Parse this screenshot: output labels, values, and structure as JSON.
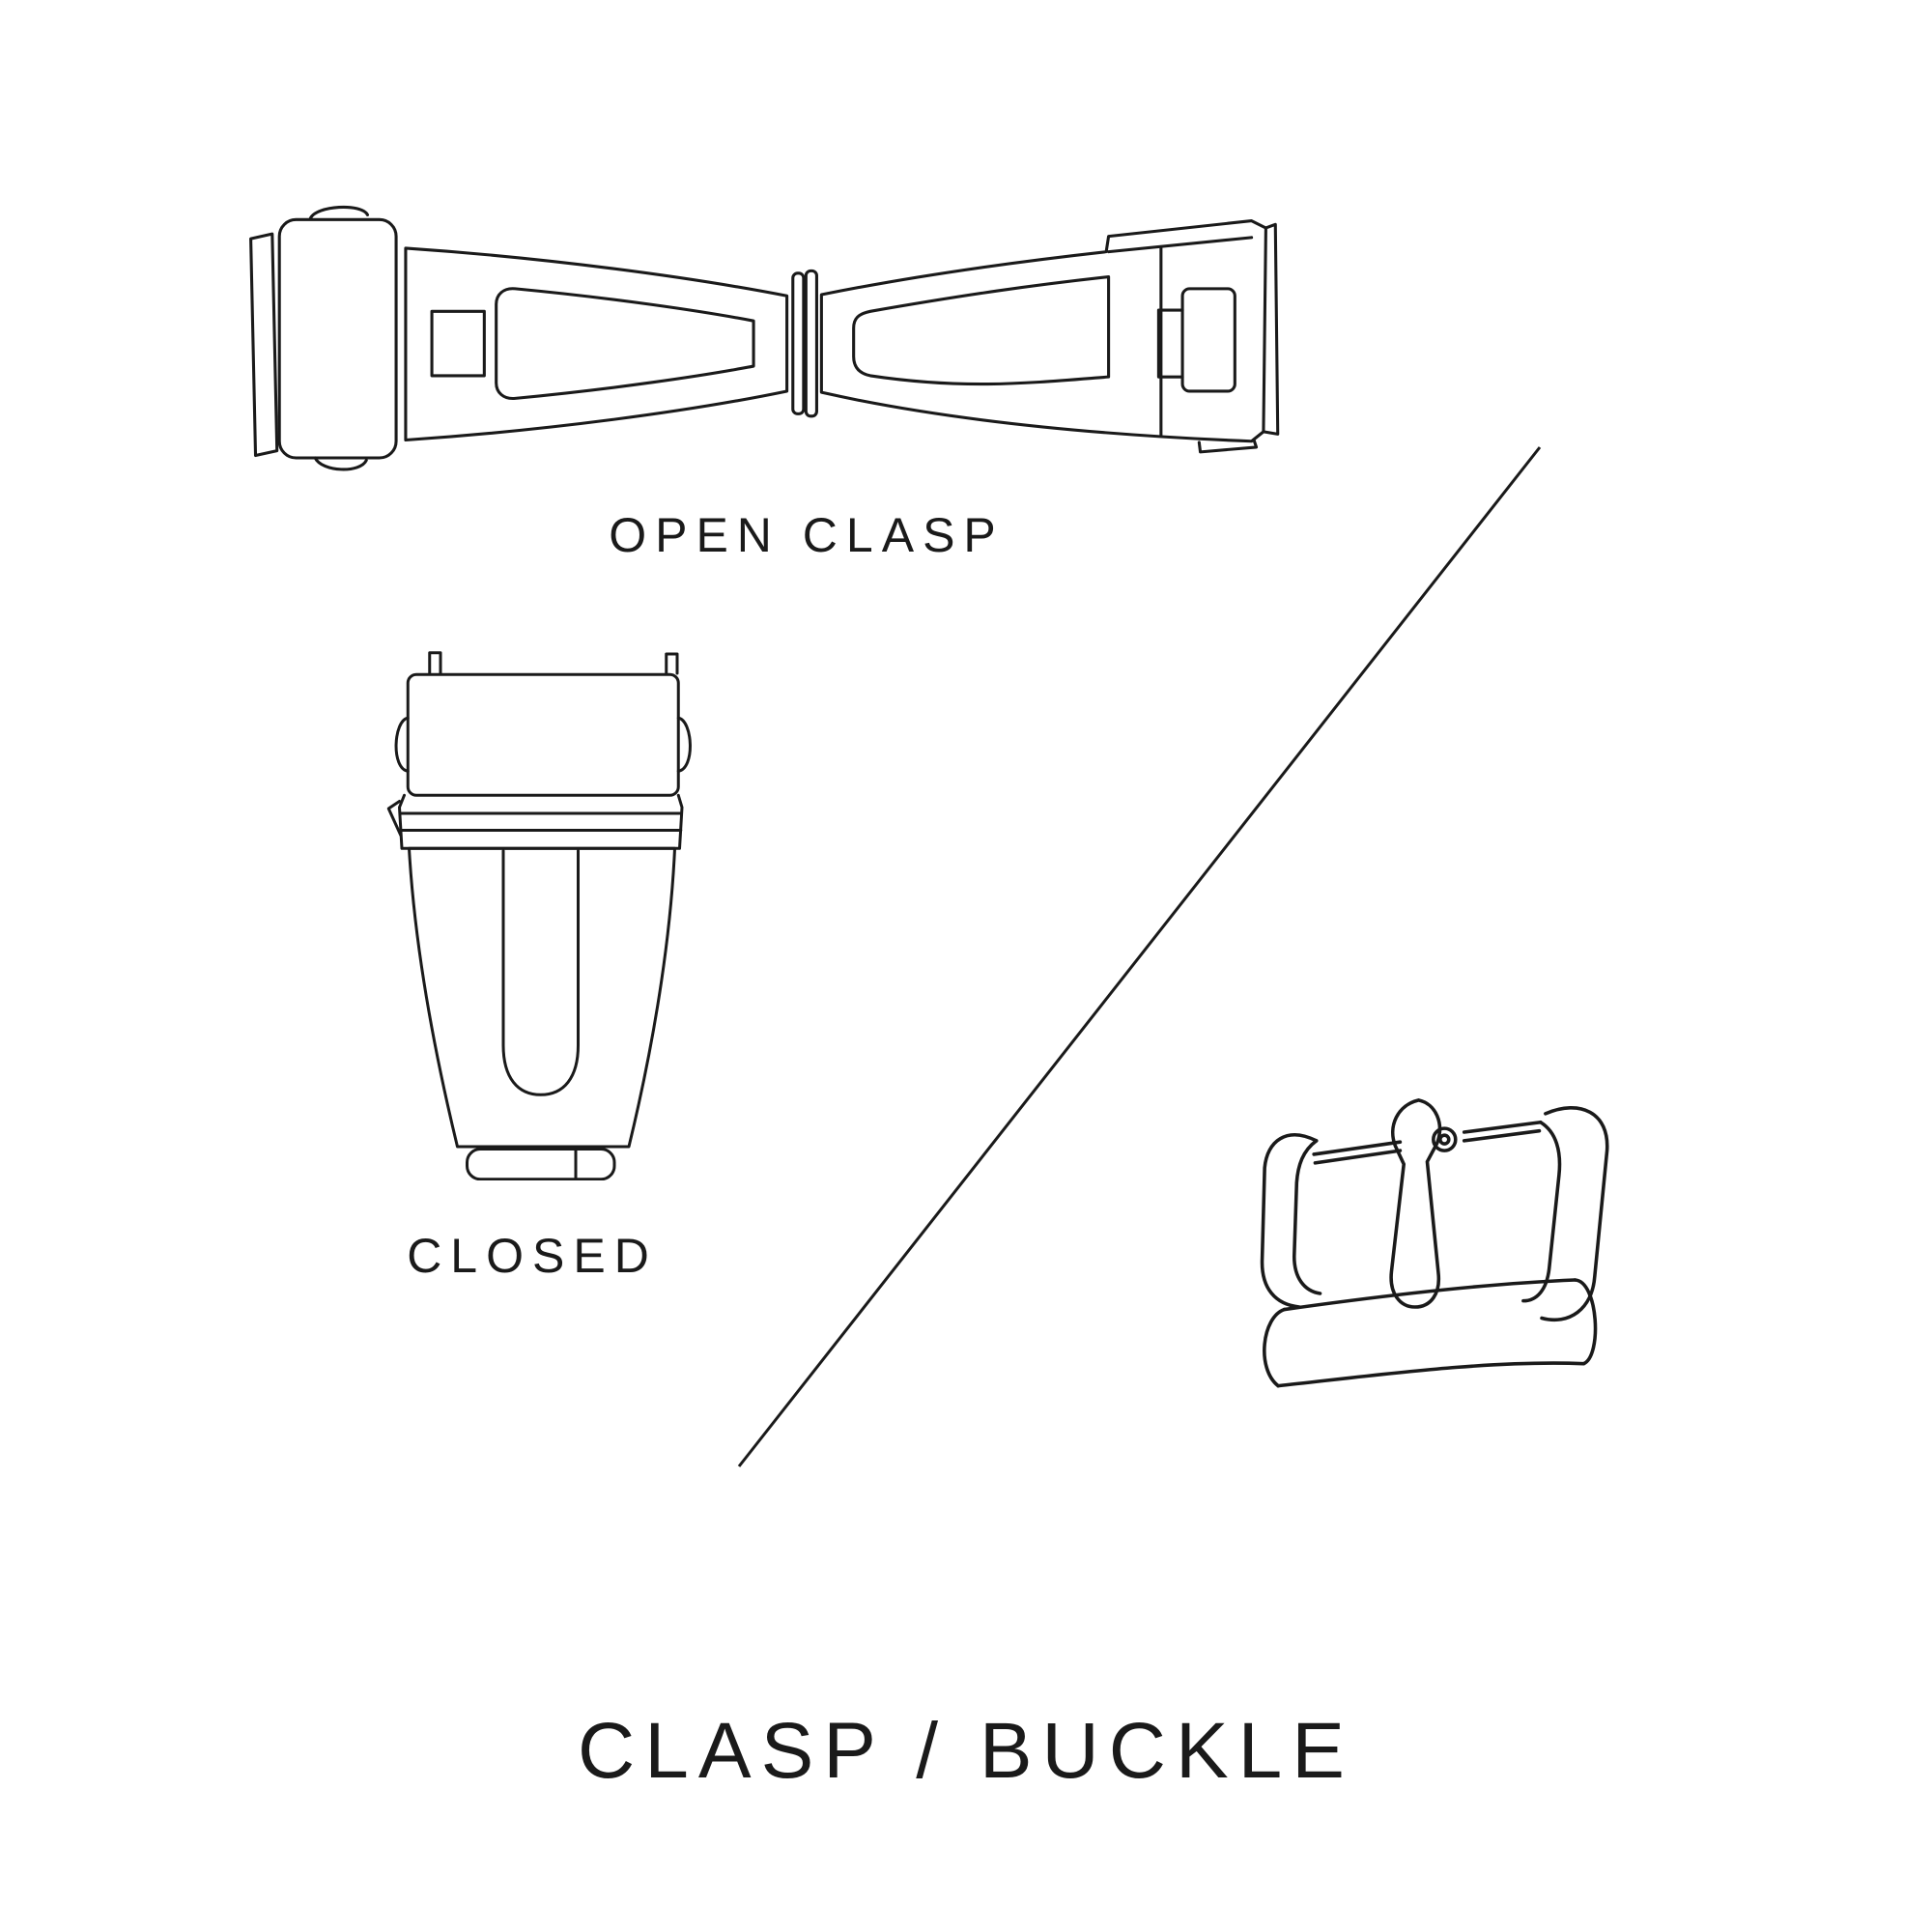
{
  "colors": {
    "background": "#ffffff",
    "ink": "#1a1a1a"
  },
  "title": "CLASP / BUCKLE",
  "labels": {
    "open_clasp": "OPEN CLASP",
    "closed_clasp": "CLOSED"
  },
  "illustrations": [
    {
      "name": "open-clasp",
      "caption": "OPEN CLASP"
    },
    {
      "name": "closed-clasp",
      "caption": "CLOSED"
    },
    {
      "name": "tang-buckle",
      "caption": ""
    }
  ]
}
